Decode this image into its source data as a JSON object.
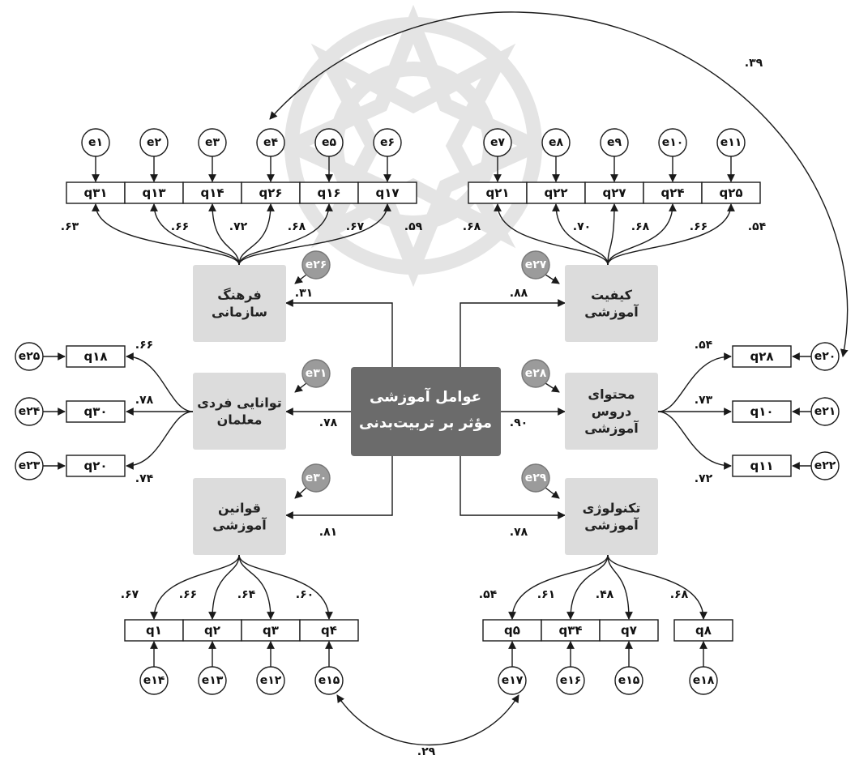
{
  "center": {
    "lines": [
      "عوامل آموزشی",
      "مؤثر بر تربیت‌بدنی"
    ]
  },
  "latents": [
    {
      "id": "farhang",
      "lines": [
        "فرهنگ",
        "سازمانی"
      ],
      "path": ".۳۱",
      "err": "e۲۶"
    },
    {
      "id": "tavanaei",
      "lines": [
        "توانایی فردی",
        "معلمان"
      ],
      "path": ".۷۸",
      "err": "e۳۱"
    },
    {
      "id": "ghavanin",
      "lines": [
        "قوانین",
        "آموزشی"
      ],
      "path": ".۸۱",
      "err": "e۳۰"
    },
    {
      "id": "keyfiyat",
      "lines": [
        "کیفیت",
        "آموزشی"
      ],
      "path": ".۸۸",
      "err": "e۲۷"
    },
    {
      "id": "mohtava",
      "lines": [
        "محتوای",
        "دروس",
        "آموزشی"
      ],
      "path": ".۹۰",
      "err": "e۲۸"
    },
    {
      "id": "technology",
      "lines": [
        "تکنولوژی",
        "آموزشی"
      ],
      "path": ".۷۸",
      "err": "e۲۹"
    }
  ],
  "indicators": {
    "farhang": [
      {
        "q": "q۳۱",
        "e": "e۱",
        "l": ".۶۳"
      },
      {
        "q": "q۱۳",
        "e": "e۲",
        "l": ".۶۶"
      },
      {
        "q": "q۱۴",
        "e": "e۳",
        "l": ".۷۲"
      },
      {
        "q": "q۲۶",
        "e": "e۴",
        "l": ".۶۸"
      },
      {
        "q": "q۱۶",
        "e": "e۵",
        "l": ".۶۷"
      },
      {
        "q": "q۱۷",
        "e": "e۶",
        "l": ".۵۹"
      }
    ],
    "keyfiyat": [
      {
        "q": "q۲۱",
        "e": "e۷",
        "l": ".۶۸"
      },
      {
        "q": "q۲۲",
        "e": "e۸",
        "l": ".۷۰"
      },
      {
        "q": "q۲۷",
        "e": "e۹",
        "l": ".۶۸"
      },
      {
        "q": "q۲۴",
        "e": "e۱۰",
        "l": ".۶۶"
      },
      {
        "q": "q۲۵",
        "e": "e۱۱",
        "l": ".۵۴"
      }
    ],
    "tavanaei": [
      {
        "q": "q۱۸",
        "e": "e۲۵",
        "l": ".۶۶"
      },
      {
        "q": "q۳۰",
        "e": "e۲۴",
        "l": ".۷۸"
      },
      {
        "q": "q۲۰",
        "e": "e۲۳",
        "l": ".۷۴"
      }
    ],
    "mohtava": [
      {
        "q": "q۲۸",
        "e": "e۲۰",
        "l": ".۵۴"
      },
      {
        "q": "q۱۰",
        "e": "e۲۱",
        "l": ".۷۳"
      },
      {
        "q": "q۱۱",
        "e": "e۲۲",
        "l": ".۷۲"
      }
    ],
    "ghavanin": [
      {
        "q": "q۱",
        "e": "e۱۴",
        "l": ".۶۷"
      },
      {
        "q": "q۲",
        "e": "e۱۳",
        "l": ".۶۶"
      },
      {
        "q": "q۳",
        "e": "e۱۲",
        "l": ".۶۴"
      },
      {
        "q": "q۴",
        "e": "e۱۵",
        "l": ".۶۰"
      }
    ],
    "technology": [
      {
        "q": "q۵",
        "e": "e۱۷",
        "l": ".۵۴"
      },
      {
        "q": "q۳۴",
        "e": "e۱۶",
        "l": ".۶۱"
      },
      {
        "q": "q۷",
        "e": "e۱۵",
        "l": ".۴۸"
      },
      {
        "q": "q۸",
        "e": "e۱۸",
        "l": ".۶۸"
      }
    ]
  },
  "covariances": [
    {
      "from": "e۴",
      "to": "q۲۸ / e۲۰",
      "value": ".۳۹"
    },
    {
      "from": "e۱۵",
      "to": "e۱۷",
      "value": ".۲۹"
    }
  ],
  "colors": {
    "center": "#6b6b6b",
    "latent": "#dcdcdc",
    "line": "#1a1a1a",
    "errorFilled": "#9b9b9b"
  }
}
